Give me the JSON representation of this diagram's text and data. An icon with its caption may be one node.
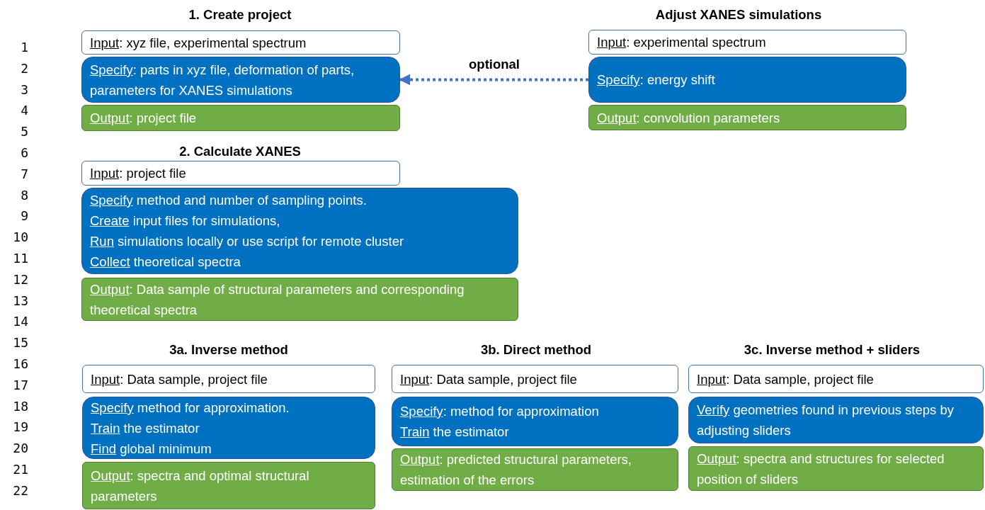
{
  "diagram": {
    "nodes": [
      {
        "text": [
          "Input: xyz file, experimental spectrum"
        ]
      },
      {
        "text": [
          "Input: experimental spectrum"
        ]
      },
      {
        "text": [
          "Specify: parts in xyz file, deformation of parts, parameters for XANES simulations"
        ]
      },
      {
        "text": [
          "Specify: energy shift"
        ]
      },
      {
        "text": [
          "Output: project file"
        ]
      },
      {
        "text": [
          "Output: convolution parameters"
        ]
      },
      {
        "text": [
          "Input: project file"
        ]
      },
      {
        "text": [
          "Specify method and number of sampling points.",
          "Create input files for simulations,",
          "Run simulations locally or use script for remote cluster",
          "Collect theoretical spectra"
        ]
      },
      {
        "text": [
          "Output: Data sample of structural parameters and corresponding theoretical spectra"
        ]
      },
      {
        "text": [
          "Input: Data sample, project file"
        ]
      },
      {
        "text": [
          "Input: Data sample, project file"
        ]
      },
      {
        "text": [
          "Input: Data sample, project file"
        ]
      },
      {
        "text": [
          "Specify method for approximation.",
          "Train the estimator",
          "Find global minimum"
        ]
      },
      {
        "text": [
          "Specify: method for approximation",
          "Train the estimator"
        ]
      },
      {
        "text": [
          "Verify geometries found in previous steps by adjusting sliders"
        ]
      },
      {
        "text": [
          "Output: spectra and optimal structural parameters"
        ]
      },
      {
        "text": [
          "Output: predicted structural parameters, estimation of the errors"
        ]
      },
      {
        "text": [
          "Output: spectra and structures for selected position of sliders"
        ]
      }
    ],
    "edges": [
      {
        "from": 3,
        "to": 2,
        "arrow": "to",
        "label": "optional",
        "style": "dashed"
      }
    ],
    "labels": [
      "1. Create project",
      "Adjust XANES simulations",
      "2. Calculate XANES",
      "3a. Inverse method",
      "3b. Direct method",
      "3c. Inverse method + sliders",
      "1",
      "2",
      "3",
      "4",
      "5",
      "6",
      "7",
      "8",
      "9",
      "10",
      "11",
      "12",
      "13",
      "14",
      "15",
      "16",
      "17",
      "18",
      "19",
      "20",
      "21",
      "22"
    ]
  }
}
